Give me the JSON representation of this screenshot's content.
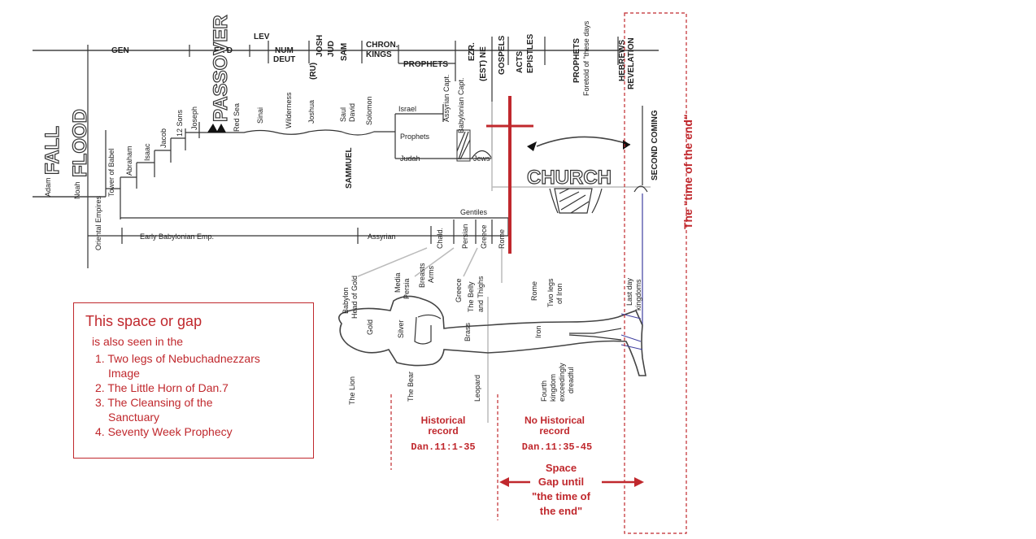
{
  "timeline_top": {
    "gen": "GEN",
    "exod": "EX'D",
    "lev": "LEV",
    "num": "NUM",
    "deut": "DEUT",
    "josh": "JOSH",
    "jud": "JUD",
    "ru": "(RU)",
    "sam": "SAM",
    "chron": "CHRON.",
    "kings": "KINGS",
    "prophets": "PROPHETS",
    "ezr": "EZR.",
    "est_ne": "(EST) NE",
    "gospels": "GOSPELS",
    "acts": "ACTS",
    "epistles": "EPISTLES",
    "prophets2": "PROPHETS",
    "foretold": "Foretold of \"these days",
    "hebrews": "HEBREWS",
    "revelation": "REVELATION"
  },
  "history": {
    "adam": "Adam",
    "fall": "FALL",
    "noah": "Noah",
    "flood": "FLOOD",
    "babel": "Tower of Babel",
    "abraham": "Abraham",
    "isaac": "Isaac",
    "jacob": "Jacob",
    "sons": "12 Sons",
    "joseph": "Joseph",
    "passover": "PASSOVER",
    "red_sea": "Red Sea",
    "sinai": "Sinai",
    "wilderness": "Wilderness",
    "joshua": "Joshua",
    "samuel": "SAMMUEL",
    "saul": "Saul",
    "david": "David",
    "solomon": "Solomon",
    "israel": "Israel",
    "assyrian_capt": "Assyrian Capt.",
    "prophets": "Prophets",
    "judah": "Judah",
    "babylonian_capt": "Babylonian Capt.",
    "jews": "Jews",
    "church": "CHURCH",
    "second_coming": "SECOND COMING",
    "gentiles": "Gentiles",
    "oriental_empires": "Oriental Empires",
    "early_babylonian": "Early   Babylonian   Emp.",
    "assyrian": "Assyrian",
    "chald": "Chald.",
    "persian": "Persian",
    "greece": "Greece",
    "rome": "Rome"
  },
  "image": {
    "babylon": "Babylon",
    "head_of_gold": "Head of Gold",
    "gold": "Gold",
    "media": "Media",
    "persia": "Persia",
    "breasts": "Breasts",
    "arms": "Arms",
    "silver": "Silver",
    "greece": "Greece",
    "belly": "The Belly",
    "thighs": "and Thighs",
    "brass": "Brass",
    "rome": "Rome",
    "two_legs": "Two legs",
    "of_iron": "of Iron",
    "iron": "Iron",
    "last_day": "Last day",
    "kingdoms": "kingdoms",
    "lion": "The Lion",
    "bear": "The Bear",
    "leopard": "Leopard",
    "fourth": "Fourth",
    "kingdom": "kingdom",
    "exceedingly": "exceedingly",
    "dreadful": "dreadful"
  },
  "annotations": {
    "time_of_end": "The \"time of the end\"",
    "historical_1": "Historical",
    "historical_2": "record",
    "dan_1": "Dan.11:1-35",
    "no_historical_1": "No Historical",
    "no_historical_2": "record",
    "dan_2": "Dan.11:35-45",
    "space_1": "Space",
    "space_2": "Gap until",
    "space_3": "\"the time of",
    "space_4": "the end\""
  },
  "note_box": {
    "heading": "This space or gap",
    "subheading": "is also seen in the",
    "items": [
      "1. Two legs of Nebuchadnezzars",
      "Image",
      "2. The Little Horn of Dan.7",
      "3. The Cleansing of the",
      "Sanctuary",
      "4. Seventy Week Prophecy"
    ]
  },
  "colors": {
    "accent_red": "#c0282d",
    "line": "#333333",
    "faded": "#bbbbbb"
  }
}
